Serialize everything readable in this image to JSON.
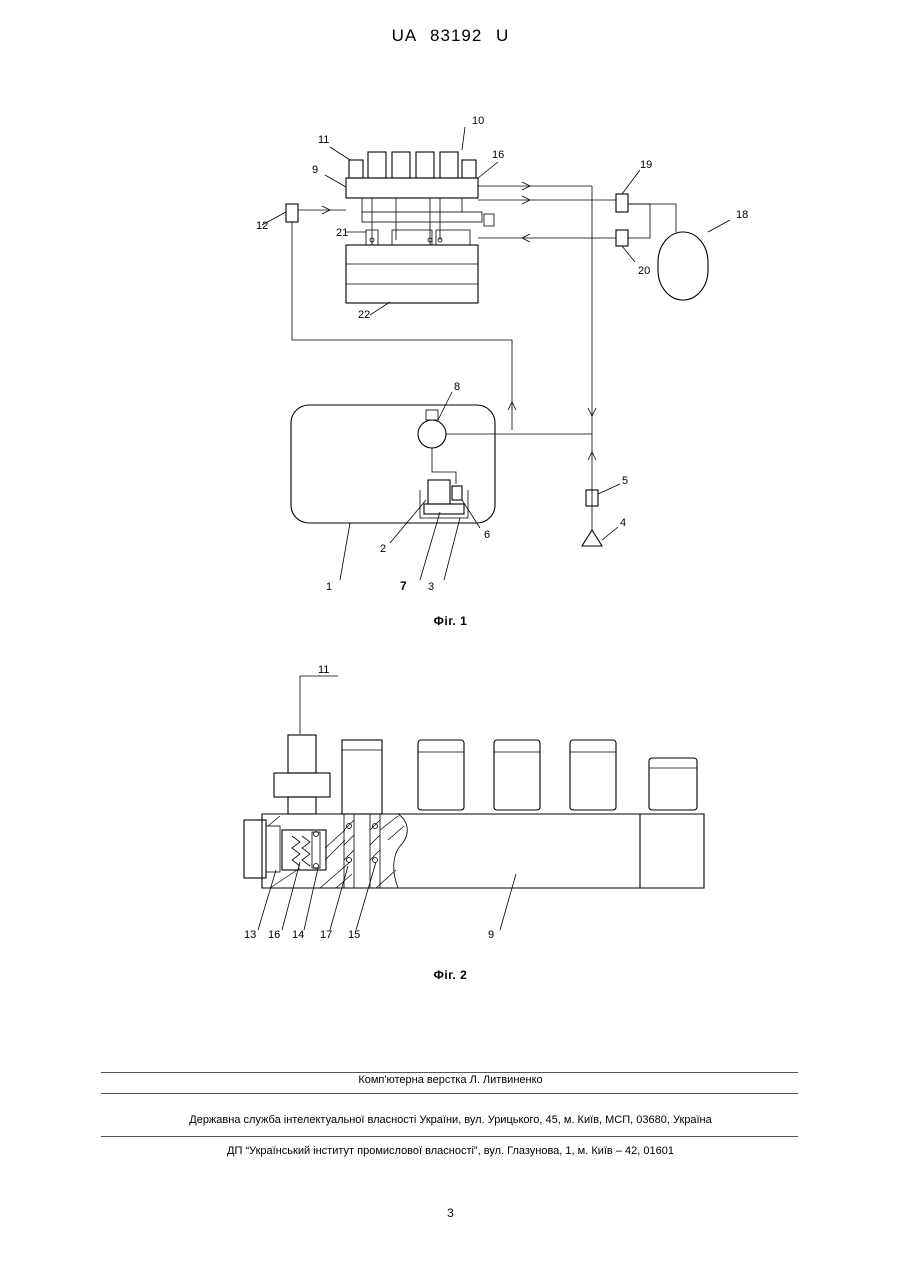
{
  "header": {
    "patent_number": "UA   83192   U"
  },
  "figure1": {
    "caption": "Фіг. 1",
    "labels": {
      "l1": "1",
      "l2": "2",
      "l3": "3",
      "l4": "4",
      "l5": "5",
      "l6": "6",
      "l7": "7",
      "l8": "8",
      "l9": "9",
      "l10": "10",
      "l11": "11",
      "l12": "12",
      "l16": "16",
      "l18": "18",
      "l19": "19",
      "l20": "20",
      "l21": "21",
      "l22": "22"
    }
  },
  "figure2": {
    "caption": "Фіг. 2",
    "labels": {
      "l11": "11",
      "l13": "13",
      "l16": "16",
      "l14": "14",
      "l17": "17",
      "l15": "15",
      "l9": "9"
    }
  },
  "footer": {
    "layout_credit": "Комп'ютерна верстка Л. Литвиненко",
    "office_line": "Державна служба інтелектуальної власності України, вул. Урицького, 45, м. Київ, МСП, 03680, Україна",
    "institute_line": "ДП “Український інститут промислової власності”, вул. Глазунова, 1, м. Київ – 42, 01601",
    "page_number": "3"
  }
}
